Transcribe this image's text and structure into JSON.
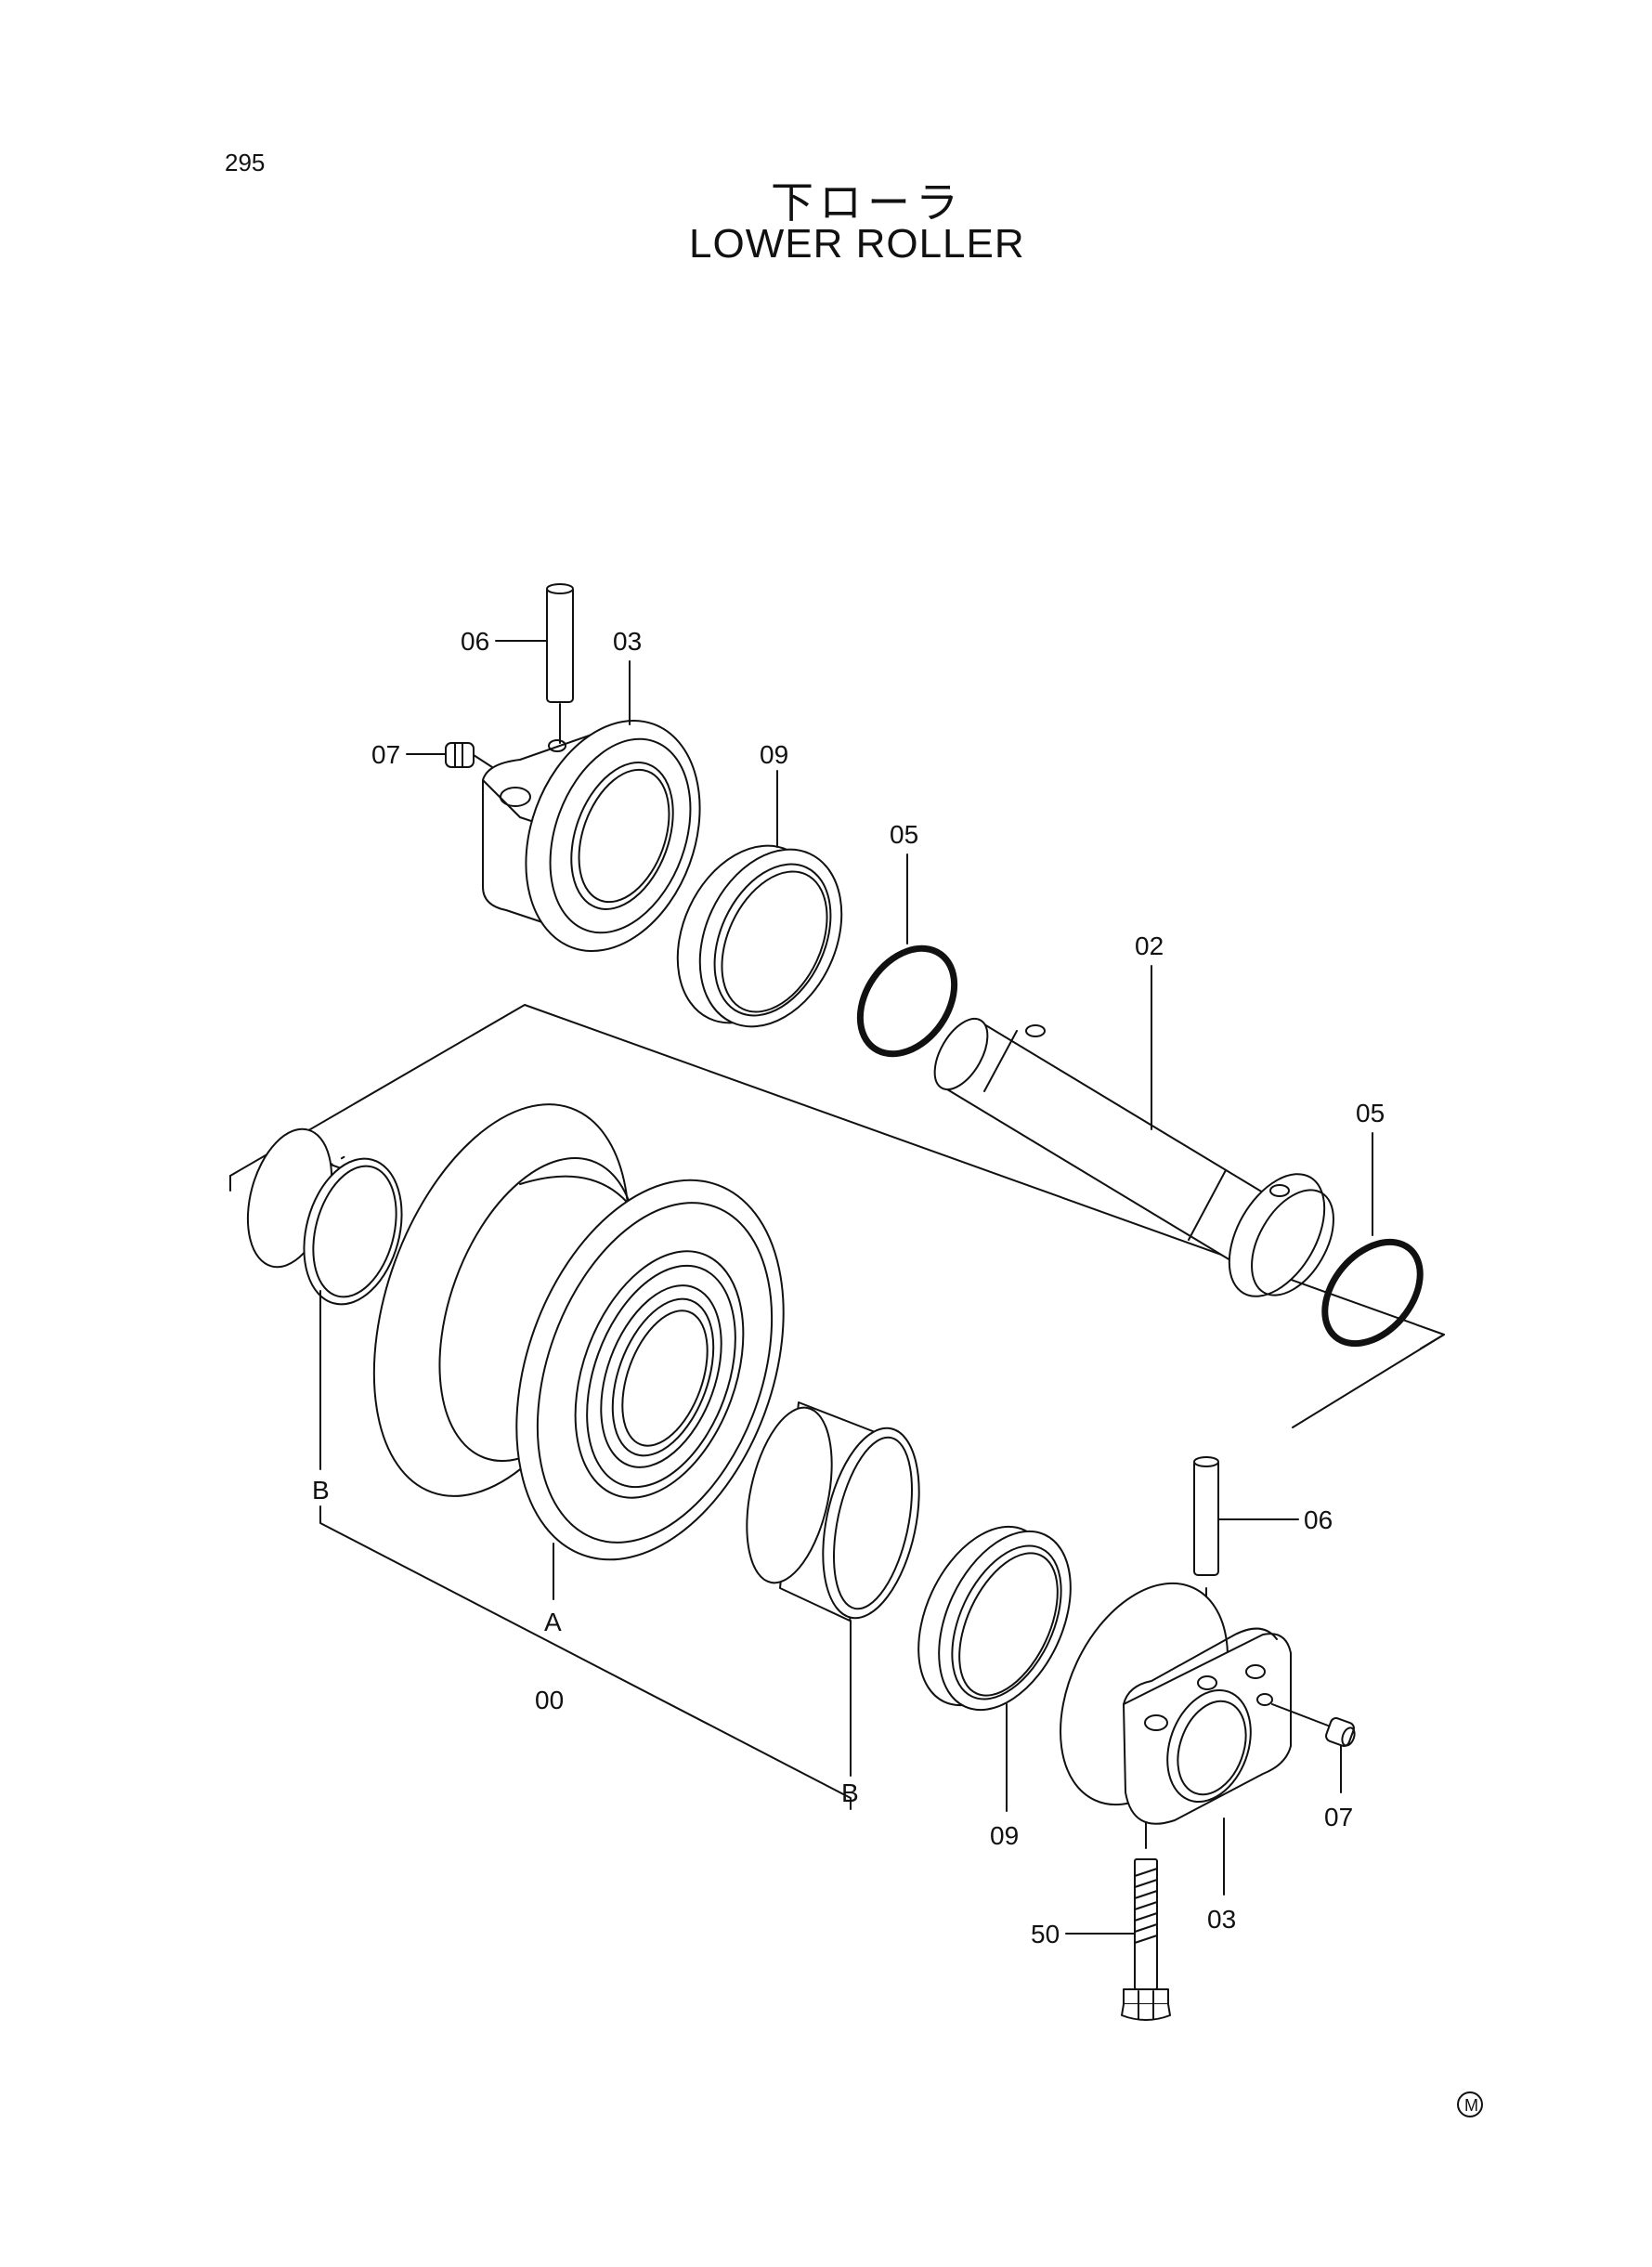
{
  "header": {
    "page_number": "295",
    "title_jp": "下ローラ",
    "title_en": "LOWER ROLLER"
  },
  "callouts": {
    "pin_top": "06",
    "collar_top": "03",
    "plug_top": "07",
    "seal_top": "09",
    "oring_top": "05",
    "shaft": "02",
    "oring_right": "05",
    "bushing_left": "B",
    "roller": "A",
    "assembly": "00",
    "bushing_right": "B",
    "pin_bottom": "06",
    "seal_bottom": "09",
    "plug_bottom": "07",
    "collar_bottom": "03",
    "bolt": "50"
  },
  "footer": {
    "mark": "M"
  }
}
